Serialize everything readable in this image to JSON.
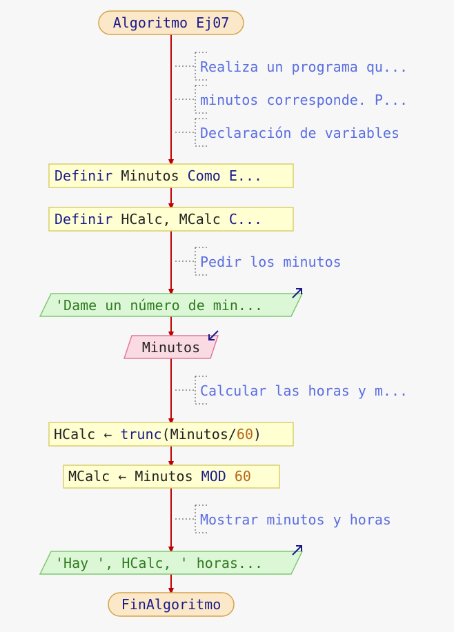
{
  "colors": {
    "arrow": "#c00000",
    "terminal_fill": "#fbe8c8",
    "terminal_stroke": "#d6a24a",
    "process_fill": "#ffffd2",
    "process_stroke": "#d8cf6a",
    "output_fill": "#dcf7d6",
    "output_stroke": "#7fc874",
    "input_fill": "#fadbe4",
    "input_stroke": "#e07a9a",
    "comment_text": "#5a6ee0",
    "keyword_text": "#1a1a8c",
    "string_text": "#2f7a1f",
    "number_text": "#b5651d",
    "plain_text": "#222222"
  },
  "flow": {
    "start": "Algoritmo Ej07",
    "comments": {
      "c1": "Realiza un programa qu...",
      "c2": "minutos corresponde. P...",
      "c3": "Declaración de variables",
      "c4": "Pedir los minutos",
      "c5": "Calcular las horas y m...",
      "c6": "Mostrar minutos y horas"
    },
    "def1": {
      "kw1": "Definir",
      "ident": " Minutos ",
      "kw2": "Como E..."
    },
    "def2": {
      "kw1": "Definir",
      "ident": " HCalc, MCalc ",
      "kw2": "C..."
    },
    "out1": "'Dame un número de min...",
    "input1": "Minutos",
    "assign1": {
      "lhs": "HCalc ← ",
      "fn": "trunc",
      "rest": "(Minutos/",
      "num": "60",
      "close": ")"
    },
    "assign2": {
      "lhs": "MCalc ← Minutos ",
      "kw": "MOD",
      "sp": " ",
      "num": "60"
    },
    "out2": "'Hay ', HCalc, ' horas...",
    "end": "FinAlgoritmo"
  }
}
